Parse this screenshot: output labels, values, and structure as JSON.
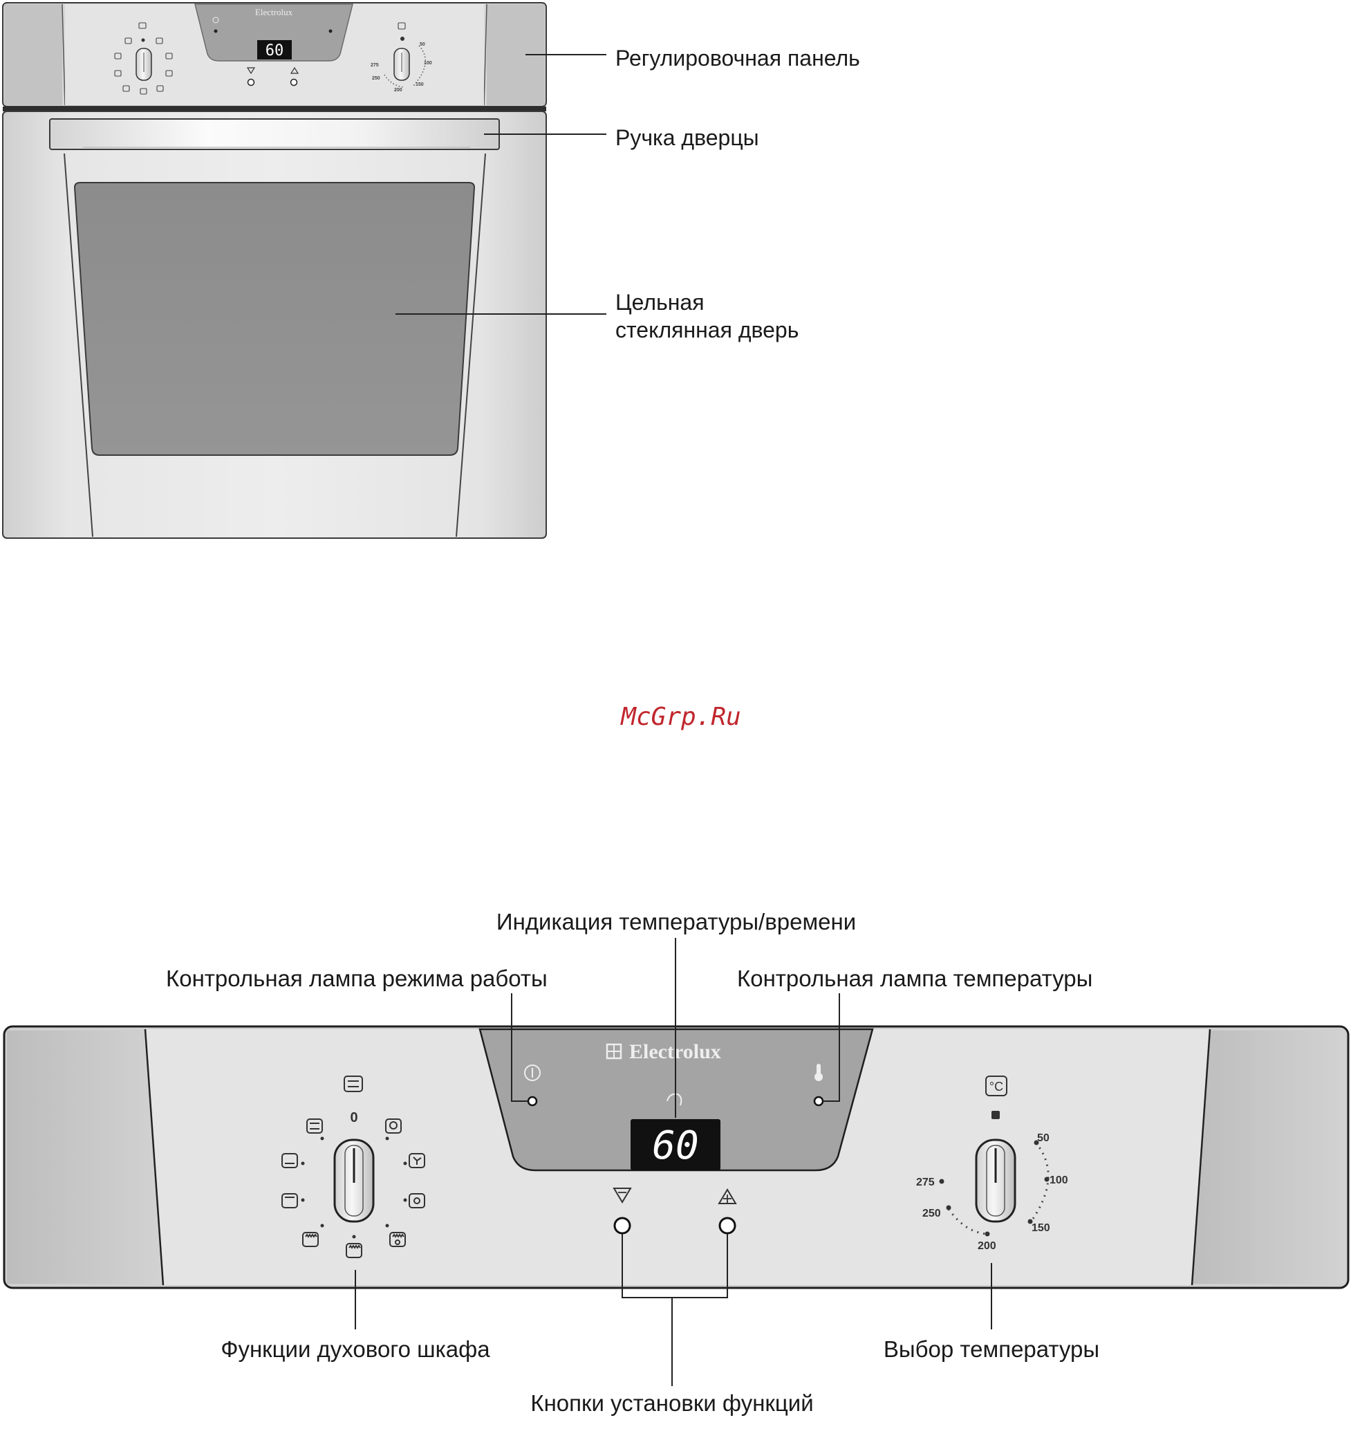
{
  "oven_labels": {
    "control_panel": "Регулировочная панель",
    "door_handle": "Ручка дверцы",
    "glass_door_line1": "Цельная",
    "glass_door_line2": "стеклянная дверь"
  },
  "watermark": "McGrp.Ru",
  "panel_labels": {
    "display_indication": "Индикация температуры/времени",
    "operation_lamp": "Контрольная лампа режима работы",
    "temperature_lamp": "Контрольная лампа температуры",
    "oven_functions": "Функции духового шкафа",
    "temperature_selection": "Выбор температуры",
    "function_buttons": "Кнопки установки функций"
  },
  "brand": "Electrolux",
  "display": {
    "value": "60"
  },
  "function_dial": {
    "off_mark": "0"
  },
  "temperature_dial": {
    "unit_icon": "°C",
    "scale": [
      "50",
      "100",
      "150",
      "200",
      "250",
      "275"
    ]
  },
  "colors": {
    "panel_face": "#e3e3e3",
    "panel_side": "#c8c8c8",
    "display_bg": "#111111",
    "display_text": "#ffffff",
    "window": "#909090",
    "watermark": "#c0262d"
  }
}
